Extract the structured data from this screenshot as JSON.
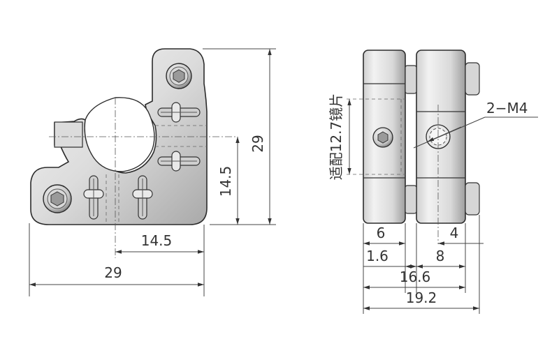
{
  "drawing": {
    "front_view": {
      "dim_width": "29",
      "dim_half_width": "14.5",
      "dim_height": "29",
      "dim_half_height": "14.5"
    },
    "side_view": {
      "dim_thread": "2−M4",
      "dim_6": "6",
      "dim_1_6": "1.6",
      "dim_4": "4",
      "dim_8": "8",
      "dim_16_6": "16.6",
      "dim_19_2": "19.2",
      "note_fits": "适配12.7镜片"
    },
    "colors": {
      "metal_light": "#e6e6e6",
      "metal_mid": "#bdbdbd",
      "metal_dark": "#6e6e6e",
      "line": "#333333"
    }
  }
}
